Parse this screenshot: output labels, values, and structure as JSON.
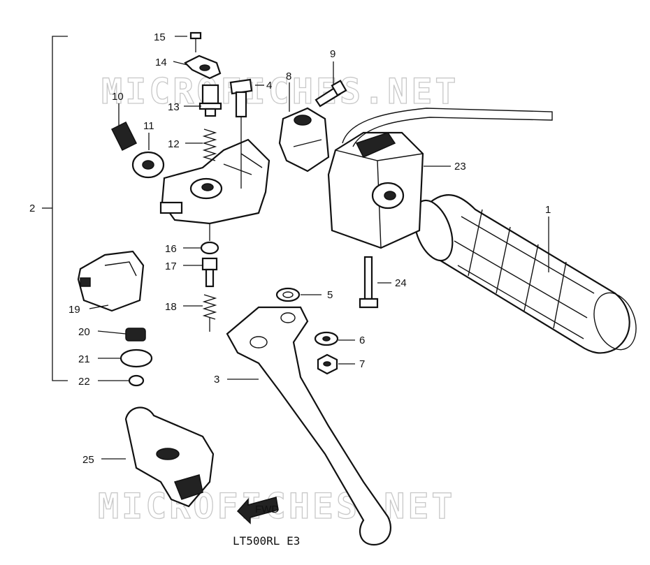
{
  "watermark": "MICROFICHES.NET",
  "caption": "LT500RL E3",
  "arrow_label": "FWD",
  "callouts": [
    {
      "id": "c1",
      "label": "1"
    },
    {
      "id": "c2",
      "label": "2"
    },
    {
      "id": "c3",
      "label": "3"
    },
    {
      "id": "c4",
      "label": "4"
    },
    {
      "id": "c5",
      "label": "5"
    },
    {
      "id": "c6",
      "label": "6"
    },
    {
      "id": "c7",
      "label": "7"
    },
    {
      "id": "c8",
      "label": "8"
    },
    {
      "id": "c9",
      "label": "9"
    },
    {
      "id": "c10",
      "label": "10"
    },
    {
      "id": "c11",
      "label": "11"
    },
    {
      "id": "c12",
      "label": "12"
    },
    {
      "id": "c13",
      "label": "13"
    },
    {
      "id": "c14",
      "label": "14"
    },
    {
      "id": "c15",
      "label": "15"
    },
    {
      "id": "c16",
      "label": "16"
    },
    {
      "id": "c17",
      "label": "17"
    },
    {
      "id": "c18",
      "label": "18"
    },
    {
      "id": "c19",
      "label": "19"
    },
    {
      "id": "c20",
      "label": "20"
    },
    {
      "id": "c21",
      "label": "21"
    },
    {
      "id": "c22",
      "label": "22"
    },
    {
      "id": "c23",
      "label": "23"
    },
    {
      "id": "c24",
      "label": "24"
    },
    {
      "id": "c25",
      "label": "25"
    }
  ]
}
